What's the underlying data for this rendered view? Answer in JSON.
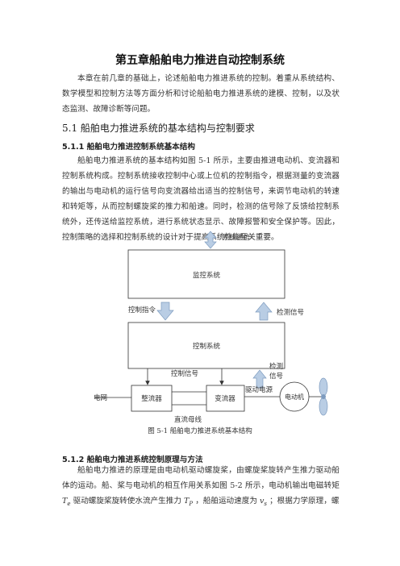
{
  "chapter_title": "第五章船舶电力推进自动控制系统",
  "intro": "本章在前几章的基础上，论述船舶电力推进系统的控制。着重从系统结构、数学模型和控制方法等方面分析和讨论船舶电力推进系统的建模、控制，以及状态监测、故障诊断等问题。",
  "section_5_1": "5.1  船舶电力推进系统的基本结构与控制要求",
  "section_5_1_1": "5.1.1  船舶电力推进控制系统基本结构",
  "para_5_1_1": "船舶电力推进系统的基本结构如图 5-1 所示，主要由推进电动机、变流器和控制系统构成。控制系统接收控制中心或上位机的控制指令，根据测量的变流器的输出与电动机的运行信号向变流器给出适当的控制信号，来调节电动机的转速和转矩等，从而控制螺旋桨的推力和船速。同时，检测的信号除了反馈给控制系统外，还传送给监控系统，进行系统状态显示、故障报警和安全保护等。因此，控制策略的选择和控制系统的设计对于提高系统性能至关重要。",
  "diagram": {
    "system_comm": "系统通信",
    "monitor_system": "监控系统",
    "control_cmd": "控制指令",
    "detect_signal_top": "检测信号",
    "control_system": "控制系统",
    "control_signal": "控制信号",
    "detect_signal_bottom_1": "检测",
    "detect_signal_bottom_2": "信号",
    "grid": "电网",
    "rectifier": "整流器",
    "inverter": "变流器",
    "drive_power": "驱动电源",
    "motor": "电动机",
    "dc_bus": "直流母线"
  },
  "figure_caption": "图 5-1  船舶电力推进系统基本结构",
  "section_5_1_2": "5.1.2  船舶电力推进系统控制原理与方法",
  "para_5_1_2_a": "船舶电力推进的原理是由电动机驱动螺旋桨，由螺旋桨旋转产生推力驱动船体的运动。船、桨与电动机的相互作用关系如图 5-2 所示，电动机输出电磁转矩",
  "sym_Te": "T",
  "sym_Te_sub": "e",
  "para_5_1_2_b": "驱动螺旋桨旋转使水流产生推力",
  "sym_Tp": "T",
  "sym_Tp_sub": "P",
  "para_5_1_2_c": "，船舶运动速度为",
  "sym_vs": "v",
  "sym_vs_sub": "s",
  "para_5_1_2_d": "；根据力学原理，螺"
}
